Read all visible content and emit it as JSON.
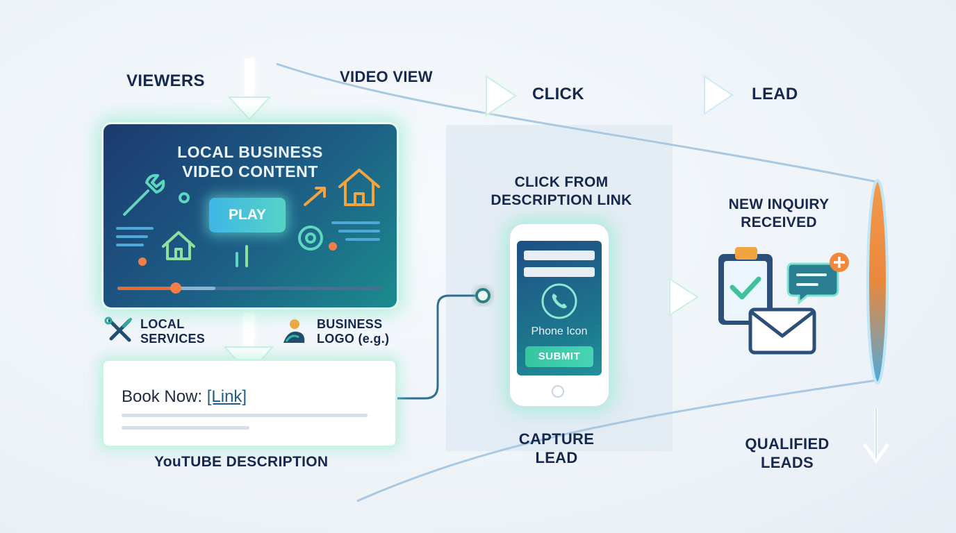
{
  "flow": {
    "viewers": "VIEWERS",
    "video_view": "VIDEO VIEW",
    "click": "CLICK",
    "lead": "LEAD"
  },
  "video": {
    "title_line1": "LOCAL BUSINESS",
    "title_line2": "VIDEO CONTENT",
    "play_label": "PLAY",
    "progress": 0.22,
    "buffered": 0.37
  },
  "badges": {
    "local_line1": "LOCAL",
    "local_line2": "SERVICES",
    "logo_line1": "BUSINESS",
    "logo_line2": "LOGO (e.g.)"
  },
  "description": {
    "book_text": "Book Now: ",
    "link_text": "[Link]",
    "caption": "YouTUBE DESCRIPTION"
  },
  "click_desc": {
    "line1": "CLICK FROM",
    "line2": "DESCRIPTION LINK"
  },
  "phone": {
    "icon_label": "Phone Icon",
    "submit_label": "SUBMIT"
  },
  "capture": {
    "line1": "CAPTURE",
    "line2": "LEAD"
  },
  "inquiry": {
    "line1": "NEW INQUIRY",
    "line2": "RECEIVED"
  },
  "qualified": {
    "line1": "QUALIFIED",
    "line2": "LEADS"
  },
  "colors": {
    "navy": "#16284d",
    "teal_glow": "#76e8c4",
    "accent_orange": "#f27f45",
    "link_blue": "#1f5d8c"
  }
}
